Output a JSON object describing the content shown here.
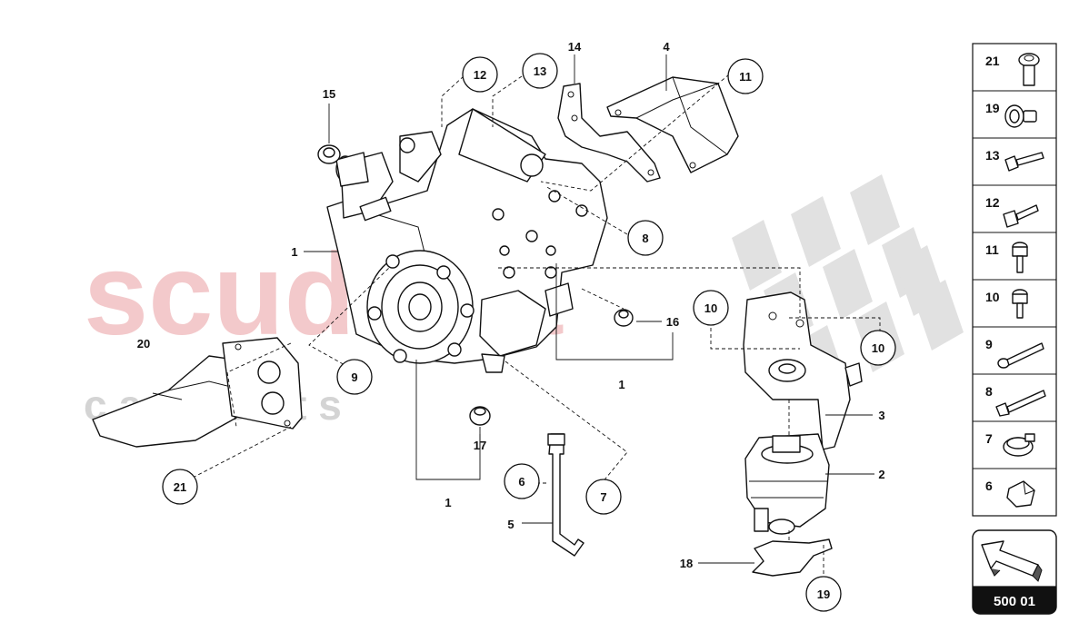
{
  "watermark": {
    "line1": "scuderia",
    "line2": "c a r  p a r t s"
  },
  "callouts": [
    {
      "id": "c12",
      "label": "12",
      "circled": true
    },
    {
      "id": "c13",
      "label": "13",
      "circled": true
    },
    {
      "id": "c14",
      "label": "14",
      "circled": false
    },
    {
      "id": "c4",
      "label": "4",
      "circled": false
    },
    {
      "id": "c11",
      "label": "11",
      "circled": true
    },
    {
      "id": "c15",
      "label": "15",
      "circled": false
    },
    {
      "id": "c8",
      "label": "8",
      "circled": true
    },
    {
      "id": "c1a",
      "label": "1",
      "circled": false
    },
    {
      "id": "c10a",
      "label": "10",
      "circled": true
    },
    {
      "id": "c16",
      "label": "16",
      "circled": false
    },
    {
      "id": "c10b",
      "label": "10",
      "circled": true
    },
    {
      "id": "c20",
      "label": "20",
      "circled": false
    },
    {
      "id": "c9",
      "label": "9",
      "circled": true
    },
    {
      "id": "c1b",
      "label": "1",
      "circled": false
    },
    {
      "id": "c3",
      "label": "3",
      "circled": false
    },
    {
      "id": "c17",
      "label": "17",
      "circled": false
    },
    {
      "id": "c2",
      "label": "2",
      "circled": false
    },
    {
      "id": "c21",
      "label": "21",
      "circled": true
    },
    {
      "id": "c6",
      "label": "6",
      "circled": true
    },
    {
      "id": "c1c",
      "label": "1",
      "circled": false
    },
    {
      "id": "c7",
      "label": "7",
      "circled": true
    },
    {
      "id": "c5",
      "label": "5",
      "circled": false
    },
    {
      "id": "c18",
      "label": "18",
      "circled": false
    },
    {
      "id": "c19",
      "label": "19",
      "circled": true
    }
  ],
  "legend": [
    {
      "label": "21",
      "icon": "bolt-flange-icon"
    },
    {
      "label": "19",
      "icon": "bolt-washer-icon"
    },
    {
      "label": "13",
      "icon": "hex-bolt-long-icon"
    },
    {
      "label": "12",
      "icon": "hex-bolt-icon"
    },
    {
      "label": "11",
      "icon": "socket-bolt-icon"
    },
    {
      "label": "10",
      "icon": "socket-bolt-short-icon"
    },
    {
      "label": "9",
      "icon": "long-screw-icon"
    },
    {
      "label": "8",
      "icon": "long-hex-bolt-icon"
    },
    {
      "label": "7",
      "icon": "hose-clamp-icon"
    },
    {
      "label": "6",
      "icon": "clip-icon"
    }
  ],
  "page_ref": {
    "label": "500 01",
    "icon": "arrow-icon"
  },
  "colors": {
    "watermark_red": "#f2c4c6",
    "watermark_gray": "#d9d9d9",
    "line": "#111111"
  }
}
